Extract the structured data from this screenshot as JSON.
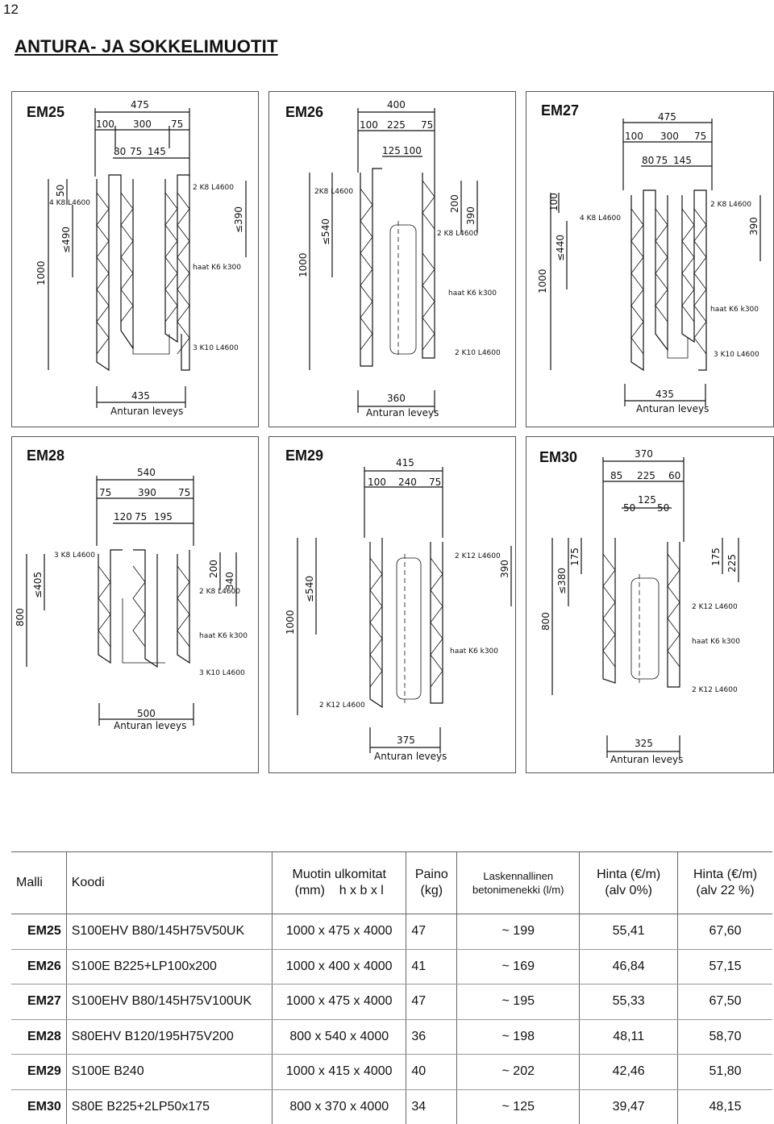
{
  "page_number": "12",
  "title": "ANTURA- JA SOKKELIMUOTIT",
  "panels": [
    {
      "label": "EM25",
      "top_dims": [
        "475",
        "100",
        "300",
        "75",
        "80",
        "75",
        "145"
      ],
      "side_dims": [
        "1000",
        "50",
        "≤490",
        "≤390"
      ],
      "notes": [
        "4 K8 L4600",
        "2 K8 L4600",
        "haat K6 k300",
        "3 K10 L4600"
      ],
      "bottom_dim": "435",
      "bottom_label": "Anturan leveys"
    },
    {
      "label": "EM26",
      "top_dims": [
        "400",
        "100",
        "225",
        "75",
        "125",
        "100"
      ],
      "side_dims": [
        "1000",
        "≤540",
        "200",
        "390"
      ],
      "notes": [
        "2K8 L4600",
        "2 K8 L4600",
        "haat K6 k300",
        "2 K10 L4600"
      ],
      "bottom_dim": "360",
      "bottom_label": "Anturan leveys"
    },
    {
      "label": "EM27",
      "top_dims": [
        "475",
        "100",
        "300",
        "75",
        "80",
        "75",
        "145"
      ],
      "side_dims": [
        "1000",
        "≤440",
        "100",
        "390"
      ],
      "notes": [
        "4 K8 L4600",
        "2 K8 L4600",
        "haat K6 k300",
        "3 K10 L4600"
      ],
      "bottom_dim": "435",
      "bottom_label": "Anturan leveys"
    },
    {
      "label": "EM28",
      "top_dims": [
        "540",
        "75",
        "390",
        "75",
        "120",
        "75",
        "195"
      ],
      "side_dims": [
        "800",
        "≤405",
        "200",
        "340"
      ],
      "notes": [
        "3 K8 L4600",
        "2 K8 L4600",
        "haat K6 k300",
        "3 K10 L4600"
      ],
      "bottom_dim": "500",
      "bottom_label": "Anturan leveys"
    },
    {
      "label": "EM29",
      "top_dims": [
        "415",
        "100",
        "240",
        "75"
      ],
      "side_dims": [
        "1000",
        "≤540",
        "390"
      ],
      "notes": [
        "2 K12 L4600",
        "haat K6 k300",
        "2 K12 L4600"
      ],
      "bottom_dim": "375",
      "bottom_label": "Anturan leveys"
    },
    {
      "label": "EM30",
      "top_dims": [
        "370",
        "85",
        "225",
        "60",
        "50",
        "125",
        "50"
      ],
      "side_dims": [
        "800",
        "≤380",
        "175",
        "175",
        "225"
      ],
      "notes": [
        "2 K12 L4600",
        "haat K6 k300",
        "2 K12 L4600"
      ],
      "bottom_dim": "325",
      "bottom_label": "Anturan leveys"
    }
  ],
  "table": {
    "headers": {
      "malli": "Malli",
      "koodi": "Koodi",
      "muotin_l1": "Muotin ulkomitat",
      "muotin_l2": "(mm)    h x b x l",
      "paino_l1": "Paino",
      "paino_l2": "(kg)",
      "betoni_l1": "Laskennallinen",
      "betoni_l2": "betonimenekki (l/m)",
      "hinta0_l1": "Hinta (€/m)",
      "hinta0_l2": "(alv 0%)",
      "hinta22_l1": "Hinta (€/m)",
      "hinta22_l2": "(alv 22 %)"
    },
    "rows": [
      {
        "malli": "EM25",
        "koodi": "S100EHV B80/145H75V50UK",
        "muotin": "1000 x 475 x 4000",
        "paino": "47",
        "betoni": "~ 199",
        "hinta0": "55,41",
        "hinta22": "67,60"
      },
      {
        "malli": "EM26",
        "koodi": "S100E B225+LP100x200",
        "muotin": "1000 x 400 x 4000",
        "paino": "41",
        "betoni": "~ 169",
        "hinta0": "46,84",
        "hinta22": "57,15"
      },
      {
        "malli": "EM27",
        "koodi": "S100EHV B80/145H75V100UK",
        "muotin": "1000 x 475 x 4000",
        "paino": "47",
        "betoni": "~ 195",
        "hinta0": "55,33",
        "hinta22": "67,50"
      },
      {
        "malli": "EM28",
        "koodi": "S80EHV B120/195H75V200",
        "muotin": "800 x 540 x 4000",
        "paino": "36",
        "betoni": "~ 198",
        "hinta0": "48,11",
        "hinta22": "58,70"
      },
      {
        "malli": "EM29",
        "koodi": "S100E B240",
        "muotin": "1000 x 415 x 4000",
        "paino": "40",
        "betoni": "~ 202",
        "hinta0": "42,46",
        "hinta22": "51,80"
      },
      {
        "malli": "EM30",
        "koodi": "S80E B225+2LP50x175",
        "muotin": "800 x 370 x 4000",
        "paino": "34",
        "betoni": "~ 125",
        "hinta0": "39,47",
        "hinta22": "48,15"
      }
    ]
  }
}
